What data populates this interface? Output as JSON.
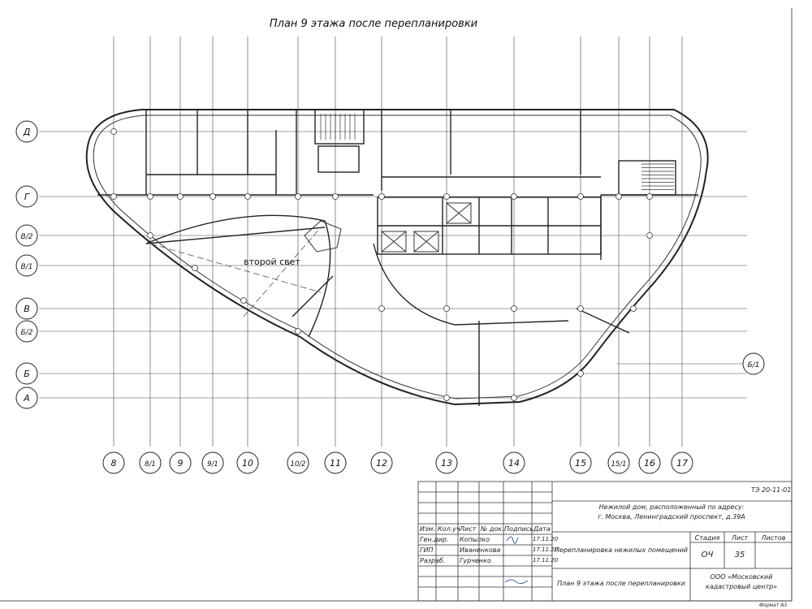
{
  "title": "План 9 этажа после перепланировки",
  "room_label": "второй свет",
  "row_axes": [
    "Д",
    "Г",
    "В/2",
    "В/1",
    "В",
    "Б/2",
    "Б",
    "А"
  ],
  "row_axis_right": "Б/1",
  "column_axes": [
    "8",
    "8/1",
    "9",
    "9/1",
    "10",
    "10/2",
    "11",
    "12",
    "13",
    "14",
    "15",
    "15/1",
    "16",
    "17"
  ],
  "stamp": {
    "doc_code": "ТЭ 20-11-01",
    "address": [
      "Нежилой дом, расположенный по адресу:",
      "г. Москва, Ленинградский проспект, д.39А"
    ],
    "header": [
      "Изм.",
      "Кол.уч",
      "Лист",
      "№ док.",
      "Подпись",
      "Дата"
    ],
    "rows": [
      {
        "role": "Ген.дир.",
        "name": "Копылко",
        "date": "17.11.20"
      },
      {
        "role": "ГИП",
        "name": "Иваненкова",
        "date": "17.11.20"
      },
      {
        "role": "Разраб.",
        "name": "Гурченко",
        "date": "17.11.20"
      }
    ],
    "work": "Перепланировка нежилых помещений",
    "stage_label": "Стадия",
    "sheet_label": "Лист",
    "sheets_label": "Листов",
    "stage": "ОЧ",
    "sheet": "35",
    "drawing": "План 9 этажа после перепланировки",
    "org": [
      "ООО «Московский",
      "кадастровый центр»"
    ],
    "format": "Формат А3"
  }
}
